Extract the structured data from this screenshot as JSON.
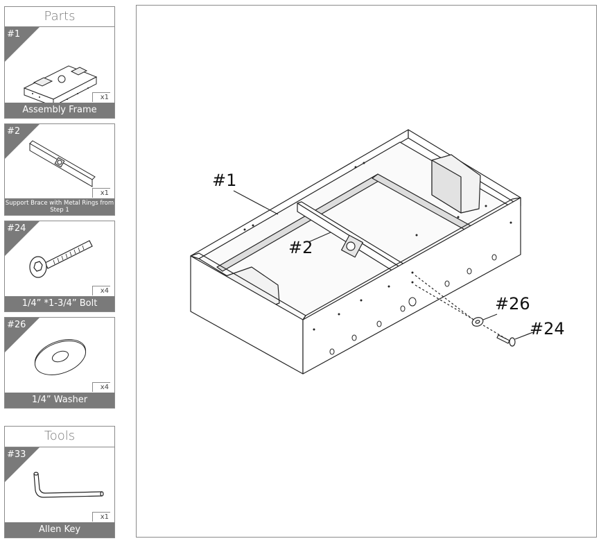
{
  "parts_panel": {
    "title": "Parts",
    "items": [
      {
        "id": "#1",
        "name": "Assembly Frame",
        "qty": "x1"
      },
      {
        "id": "#2",
        "name": "Support Brace with Metal Rings from Step 1",
        "qty": "x1"
      },
      {
        "id": "#24",
        "name": "1/4” *1-3/4” Bolt",
        "qty": "x4"
      },
      {
        "id": "#26",
        "name": "1/4” Washer",
        "qty": "x4"
      }
    ]
  },
  "tools_panel": {
    "title": "Tools",
    "items": [
      {
        "id": "#33",
        "name": "Allen Key",
        "qty": "x1"
      }
    ]
  },
  "diagram": {
    "callouts": {
      "frame": "#1",
      "brace": "#2",
      "washer": "#26",
      "bolt": "#24"
    }
  }
}
